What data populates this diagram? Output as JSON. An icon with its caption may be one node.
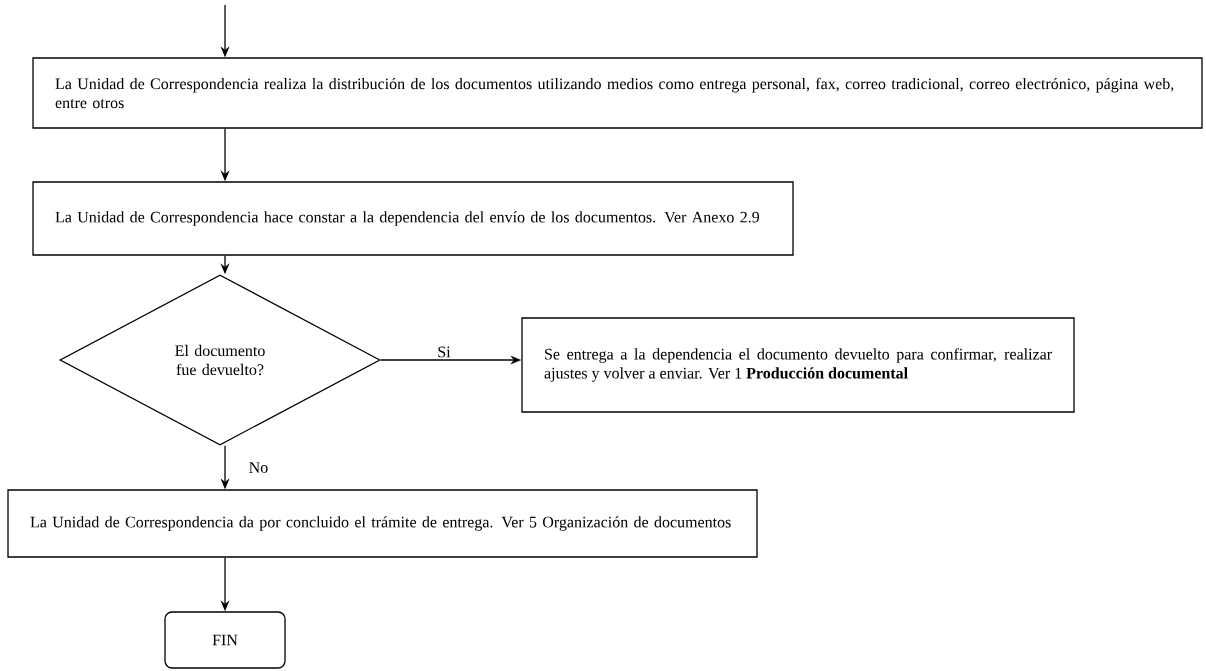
{
  "diagram": {
    "nodes": [
      {
        "text": [
          "La Unidad de Correspondencia realiza la distribución de los documentos utilizando medios  como entrega personal, fax, correo tradicional, correo electrónico, página web, entre otros"
        ]
      },
      {
        "text": [
          "La Unidad de Correspondencia hace constar a la dependencia del envío de los documentos. Ver  Anexo 2.9"
        ]
      },
      {
        "text": [
          "El documento fue devuelto?"
        ]
      },
      {
        "text": [
          "Se entrega a la dependencia el documento devuelto para confirmar, realizar ajustes y volver a enviar. Ver 1 **Producción documental**"
        ]
      },
      {
        "text": [
          "La Unidad de Correspondencia da por concluido el trámite de entrega.  Ver  5 Organización de documentos"
        ]
      },
      {
        "text": [
          "FIN"
        ]
      }
    ],
    "edges": [
      {
        "from": null,
        "to": 0,
        "arrow": "to"
      },
      {
        "from": 0,
        "to": 1,
        "arrow": "to"
      },
      {
        "from": 1,
        "to": 2,
        "arrow": "to"
      },
      {
        "from": 2,
        "to": 3,
        "arrow": "to",
        "label": "Si"
      },
      {
        "from": 2,
        "to": 4,
        "arrow": "to",
        "label": "No"
      },
      {
        "from": 4,
        "to": 5,
        "arrow": "to"
      }
    ]
  }
}
